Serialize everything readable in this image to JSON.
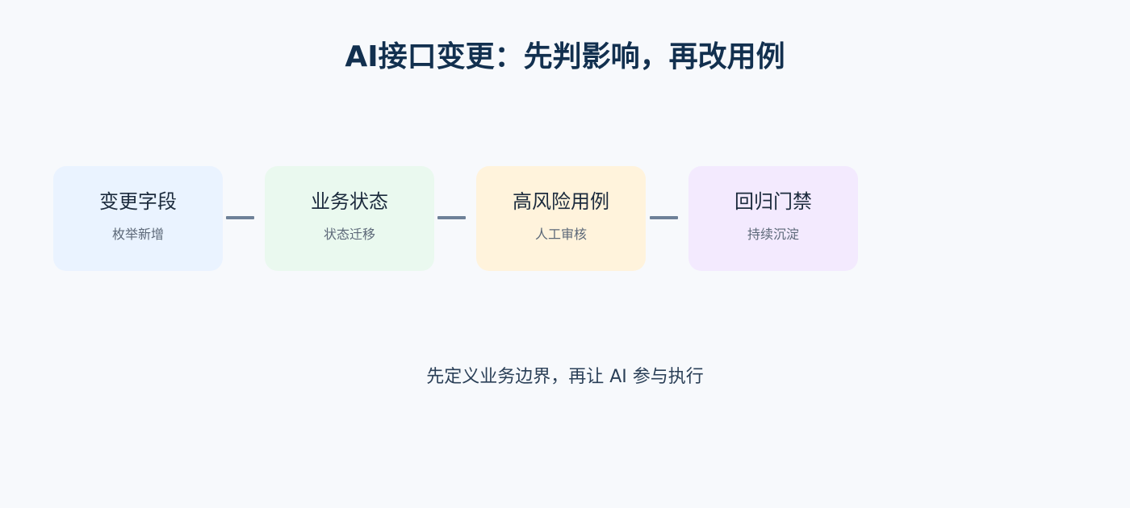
{
  "title": "AI接口变更：先判影响，再改用例",
  "steps": [
    {
      "label": "变更字段",
      "sublabel": "枚举新增",
      "color": "#eaf3ff"
    },
    {
      "label": "业务状态",
      "sublabel": "状态迁移",
      "color": "#eaf9ef"
    },
    {
      "label": "高风险用例",
      "sublabel": "人工审核",
      "color": "#fff3dc"
    },
    {
      "label": "回归门禁",
      "sublabel": "持续沉淀",
      "color": "#f3eafe"
    }
  ],
  "footer": "先定义业务边界，再让 AI 参与执行"
}
